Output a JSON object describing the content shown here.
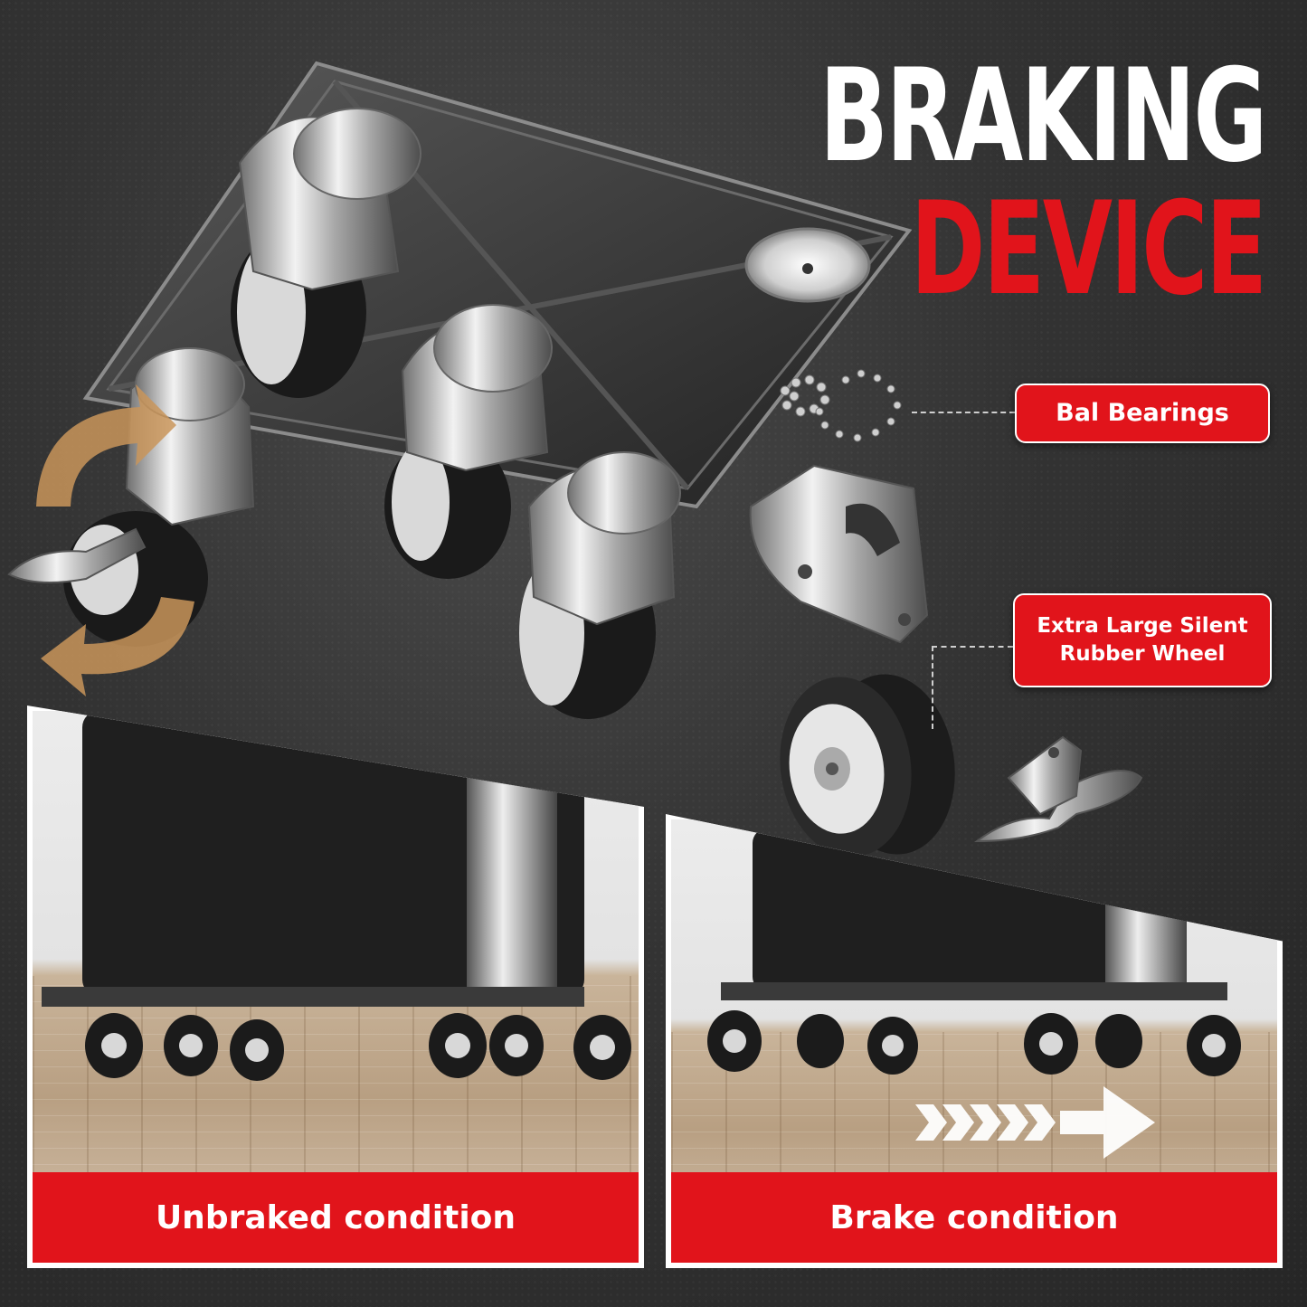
{
  "headline": {
    "line1": "BRAKING",
    "line2": "DEVICE",
    "line1_color": "#ffffff",
    "line2_color": "#e1141b"
  },
  "callouts": {
    "bearings": "Bal Bearings",
    "wheel_line1": "Extra Large Silent",
    "wheel_line2": "Rubber Wheel"
  },
  "panels": {
    "left_caption": "Unbraked condition",
    "right_caption": "Brake condition"
  },
  "colors": {
    "accent": "#e1141b",
    "background": "#2b2b2b",
    "rotate_arrow": "#c9955a"
  },
  "icons": {
    "rotate": "rotate-arrows-icon",
    "motion": "motion-arrow-icon"
  }
}
